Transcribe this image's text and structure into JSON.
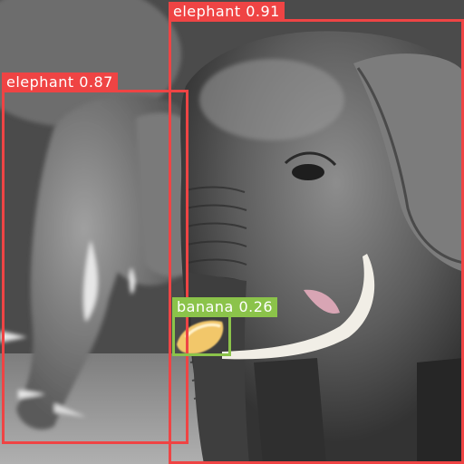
{
  "image": {
    "description_icon": "photo-icon",
    "detections": [
      {
        "label": "elephant",
        "score": "0.91",
        "caption": "elephant 0.91",
        "color": "#ef4444"
      },
      {
        "label": "elephant",
        "score": "0.87",
        "caption": "elephant 0.87",
        "color": "#ef4444"
      },
      {
        "label": "banana",
        "score": "0.26",
        "caption": "banana 0.26",
        "color": "#8bc34a"
      }
    ]
  }
}
